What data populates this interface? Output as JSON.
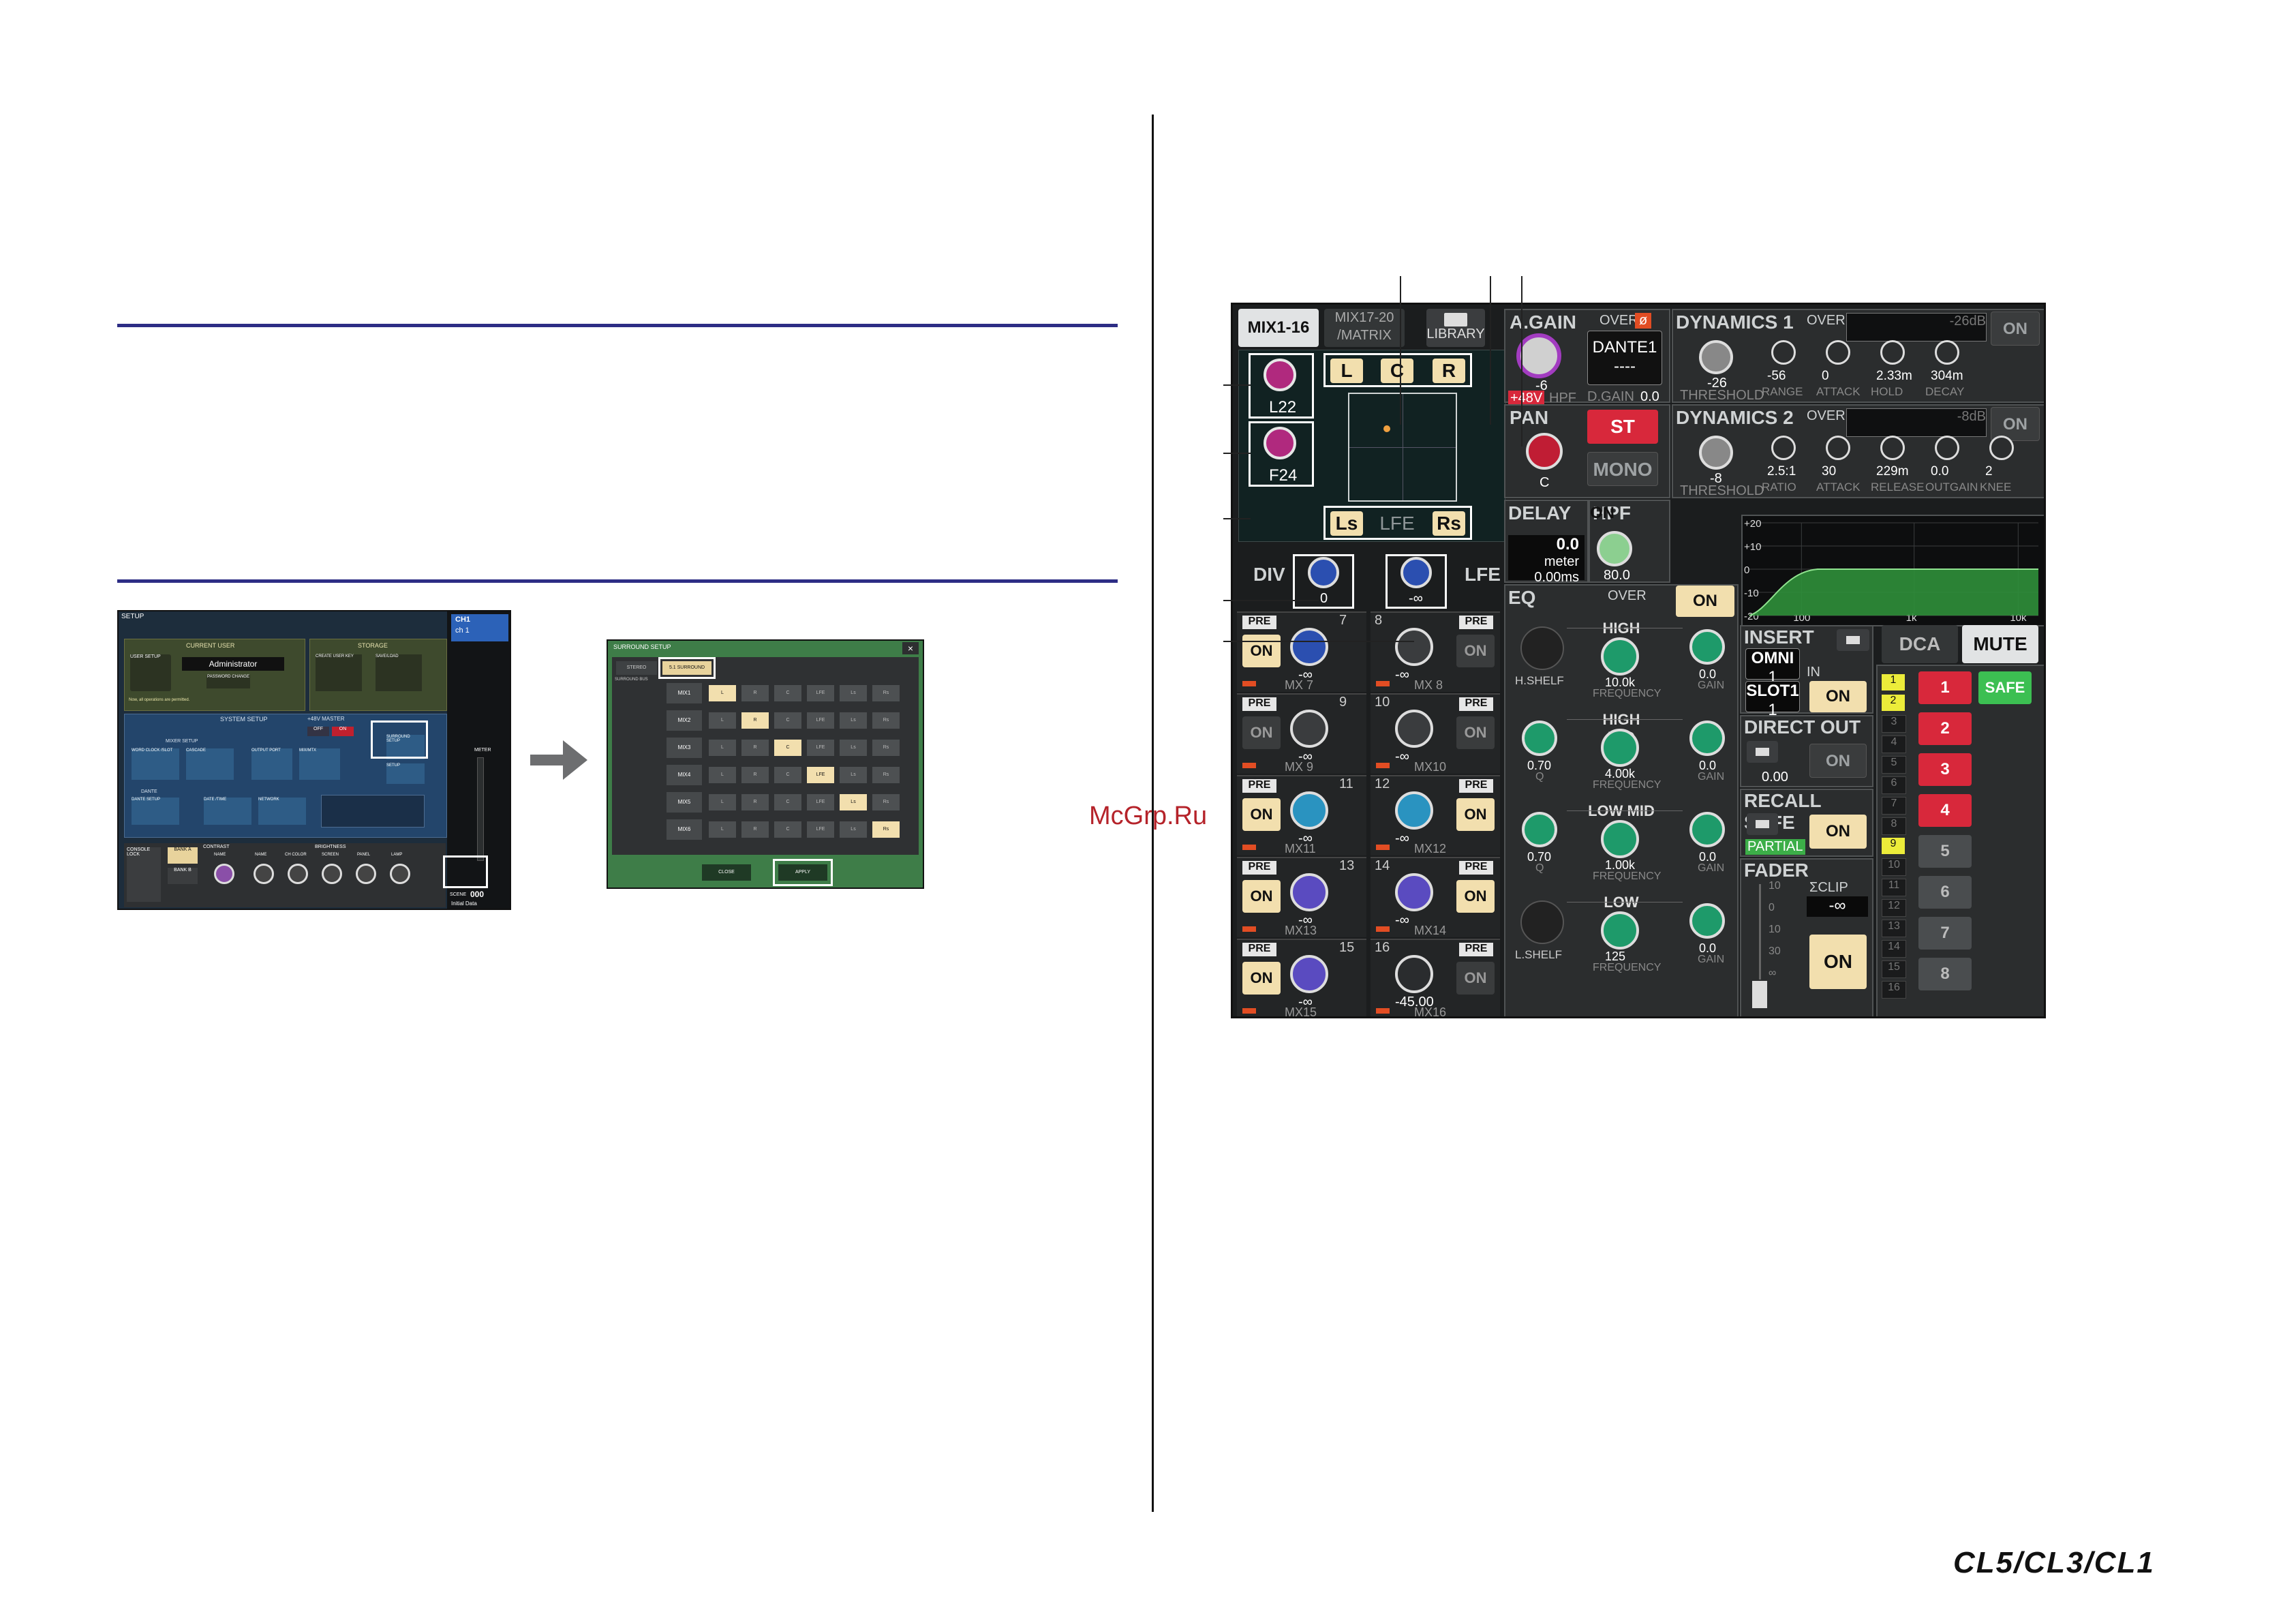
{
  "watermark": "McGrp.Ru",
  "footer_brand": "CL5/CL3/CL1",
  "setup_screen": {
    "title": "SETUP",
    "current_user_title": "CURRENT USER",
    "storage_title": "STORAGE",
    "user_setup": "USER SETUP",
    "admin_name": "Administrator",
    "password_change": "PASSWORD CHANGE",
    "create_user_key": "CREATE USER KEY",
    "save_load": "SAVE/LOAD",
    "permission_note": "Now, all operations are permitted.",
    "system_setup_title": "SYSTEM SETUP",
    "mixer_setup_title": "MIXER SETUP",
    "key_master_title": "+48V MASTER",
    "off_label": "OFF",
    "on_label": "ON",
    "word_clock": "WORD CLOCK /SLOT",
    "cascade": "CASCADE",
    "output_port": "OUTPUT PORT",
    "mix_mtx": "MIX/MTX",
    "surround_setup": "SURROUND SETUP",
    "setup": "SETUP",
    "dante_title": "DANTE",
    "dante_setup": "DANTE SETUP",
    "date_time": "DATE /TIME",
    "network": "NETWORK",
    "console_lock": "CONSOLE LOCK",
    "bank_a": "BANK A",
    "bank_b": "BANK B",
    "contrast_title": "CONTRAST",
    "brightness_title": "BRIGHTNESS",
    "knob_labels": [
      "NAME",
      "CH COLOR",
      "SCREEN",
      "PANEL",
      "LAMP"
    ],
    "contrast_knob": "NAME",
    "ch_label": "CH1",
    "ch_name": "ch 1",
    "meter": "METER",
    "scene_label": "SCENE",
    "scene_number": "000",
    "scene_name": "Initial Data"
  },
  "surround_dialog": {
    "title": "SURROUND SETUP",
    "stereo_tab": "STEREO",
    "surround_tab": "5.1 SURROUND",
    "surround_bus_label": "SURROUND BUS",
    "columns": [
      "L",
      "R",
      "C",
      "LFE",
      "Ls",
      "Rs"
    ],
    "rows": [
      {
        "name": "MIX1",
        "active": 0
      },
      {
        "name": "MIX2",
        "active": 1
      },
      {
        "name": "MIX3",
        "active": 2
      },
      {
        "name": "MIX4",
        "active": 3
      },
      {
        "name": "MIX5",
        "active": 4
      },
      {
        "name": "MIX6",
        "active": 5
      }
    ],
    "close": "CLOSE",
    "apply": "APPLY",
    "close_x": "×"
  },
  "console": {
    "tabs": {
      "mix1_16": "MIX1-16",
      "mix17": "MIX17-20\n/MATRIX",
      "library": "LIBRARY"
    },
    "surround_top": [
      "L",
      "C",
      "R"
    ],
    "surround_bottom": [
      "Ls",
      "LFE",
      "Rs"
    ],
    "lr_knob_label": "L22",
    "fb_knob_label": "F24",
    "div_label": "DIV",
    "lfe_label": "LFE",
    "div_value": "0",
    "lfe_value": "-∞",
    "mix_sends": [
      {
        "num": "7",
        "name": "MX 7",
        "value": "-∞",
        "on": true
      },
      {
        "num": "8",
        "name": "MX 8",
        "value": "-∞",
        "on": false
      },
      {
        "num": "9",
        "name": "MX 9",
        "value": "-∞",
        "on": false
      },
      {
        "num": "10",
        "name": "MX10",
        "value": "-∞",
        "on": false
      },
      {
        "num": "11",
        "name": "MX11",
        "value": "-∞",
        "on": true
      },
      {
        "num": "12",
        "name": "MX12",
        "value": "-∞",
        "on": true
      },
      {
        "num": "13",
        "name": "MX13",
        "value": "-∞",
        "on": true
      },
      {
        "num": "14",
        "name": "MX14",
        "value": "-∞",
        "on": true
      },
      {
        "num": "15",
        "name": "MX15",
        "value": "-∞",
        "on": true
      },
      {
        "num": "16",
        "name": "MX16",
        "value": "-45.00",
        "on": false
      }
    ],
    "pre_label": "PRE",
    "on_label": "ON",
    "again": {
      "title": "A.GAIN",
      "over": "OVER",
      "phase": "ø",
      "port": "DANTE1",
      "port_sub": "----",
      "value": "-6",
      "phantom": "+48V",
      "hpf": "HPF",
      "dgain": "D.GAIN",
      "dgain_value": "0.0"
    },
    "pan": {
      "title": "PAN",
      "value": "C",
      "st": "ST",
      "mono": "MONO"
    },
    "dyn1": {
      "title": "DYNAMICS 1",
      "over": "OVER",
      "threshold_value": "-26",
      "threshold_label": "THRESHOLD",
      "gr": "-26dB",
      "on": "ON",
      "params": [
        {
          "v": "-56",
          "l": "RANGE"
        },
        {
          "v": "0",
          "l": "ATTACK"
        },
        {
          "v": "2.33m",
          "l": "HOLD"
        },
        {
          "v": "304m",
          "l": "DECAY"
        }
      ]
    },
    "dyn2": {
      "title": "DYNAMICS 2",
      "over": "OVER",
      "threshold_value": "-8",
      "threshold_label": "THRESHOLD",
      "gr": "-8dB",
      "on": "ON",
      "params": [
        {
          "v": "2.5:1",
          "l": "RATIO"
        },
        {
          "v": "30",
          "l": "ATTACK"
        },
        {
          "v": "229m",
          "l": "RELEASE"
        },
        {
          "v": "0.0",
          "l": "OUTGAIN"
        },
        {
          "v": "2",
          "l": "KNEE"
        }
      ]
    },
    "delay": {
      "title": "DELAY",
      "value": "0.0",
      "unit": "meter",
      "ms": "0.00ms"
    },
    "hpf": {
      "title": "HPF",
      "value": "80.0",
      "on": "ON"
    },
    "graph": {
      "y_ticks": [
        "+20",
        "+10",
        "0",
        "-10",
        "-20"
      ],
      "x_ticks": [
        "100",
        "1k",
        "10k"
      ]
    },
    "eq": {
      "title": "EQ",
      "over": "OVER",
      "on": "ON",
      "bands": [
        {
          "name": "HIGH",
          "shape": "H.SHELF",
          "freq": "10.0k",
          "gain": "0.0",
          "q": ""
        },
        {
          "name": "HIGH MID",
          "shape": "",
          "freq": "4.00k",
          "gain": "0.0",
          "q": "0.70"
        },
        {
          "name": "LOW MID",
          "shape": "",
          "freq": "1.00k",
          "gain": "0.0",
          "q": "0.70"
        },
        {
          "name": "LOW",
          "shape": "L.SHELF",
          "freq": "125",
          "gain": "0.0",
          "q": ""
        }
      ],
      "freq_label": "FREQUENCY",
      "gain_label": "GAIN",
      "q_label": "Q"
    },
    "insert": {
      "title": "INSERT",
      "omni": "OMNI",
      "omni_num": "1",
      "in": "IN",
      "slot": "SLOT1",
      "slot_num": "1",
      "on": "ON"
    },
    "direct_out": {
      "title": "DIRECT OUT",
      "value": "0.00",
      "on": "ON"
    },
    "recall_safe": {
      "title": "RECALL SAFE",
      "partial": "PARTIAL",
      "on": "ON"
    },
    "fader": {
      "title": "FADER",
      "sigma": "ΣCLIP",
      "value": "-∞",
      "on": "ON",
      "scale": [
        "10",
        "0",
        "10",
        "30",
        "∞"
      ]
    },
    "dca": "DCA",
    "mute": "MUTE",
    "mute_groups": [
      "1",
      "2",
      "3",
      "4",
      "5",
      "6",
      "7",
      "8"
    ],
    "mute_list": [
      "1",
      "2",
      "3",
      "4",
      "5",
      "6",
      "7",
      "8",
      "9",
      "10",
      "11",
      "12",
      "13",
      "14",
      "15",
      "16"
    ],
    "safe": "SAFE"
  }
}
